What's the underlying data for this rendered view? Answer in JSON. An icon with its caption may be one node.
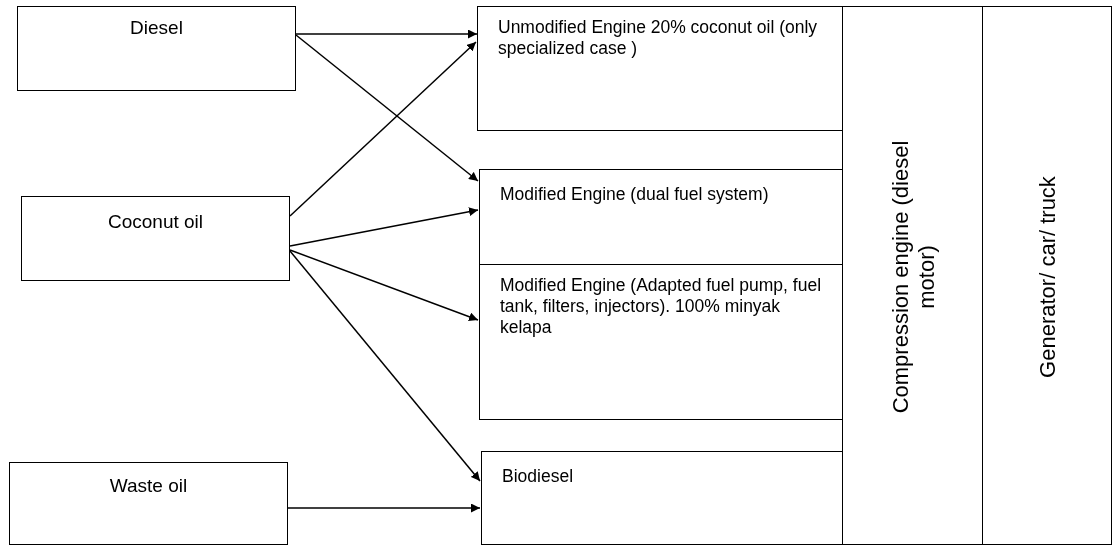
{
  "diagram": {
    "nodes": [
      {
        "text": [
          "Diesel"
        ]
      },
      {
        "text": [
          "Coconut oil"
        ]
      },
      {
        "text": [
          "Waste oil"
        ]
      },
      {
        "text": [
          "Unmodified Engine 20% coconut oil (only specialized case )"
        ]
      },
      {
        "text": [
          "Modified Engine (dual fuel system)"
        ]
      },
      {
        "text": [
          "Modified Engine (Adapted fuel pump, fuel tank, filters, injectors). 100% minyak kelapa"
        ]
      },
      {
        "text": [
          "Biodiesel"
        ]
      },
      {
        "text": [
          "Compression engine (diesel motor)"
        ]
      },
      {
        "text": [
          "Generator/ car/ truck"
        ]
      }
    ],
    "edges": [
      {
        "from": 0,
        "to": 3,
        "arrow": "to"
      },
      {
        "from": 0,
        "to": 4,
        "arrow": "to"
      },
      {
        "from": 1,
        "to": 3,
        "arrow": "to"
      },
      {
        "from": 1,
        "to": 4,
        "arrow": "to"
      },
      {
        "from": 1,
        "to": 5,
        "arrow": "to"
      },
      {
        "from": 1,
        "to": 6,
        "arrow": "to"
      },
      {
        "from": 2,
        "to": 6,
        "arrow": "to"
      }
    ]
  }
}
